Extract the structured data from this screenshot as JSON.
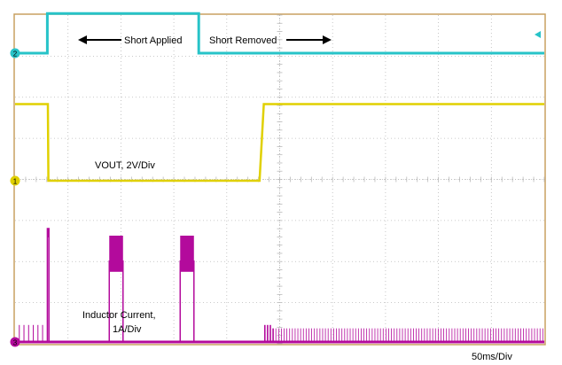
{
  "chart_data": {
    "type": "line",
    "title": "",
    "xlabel": "",
    "ylabel": "",
    "time_per_div": "50ms/Div",
    "divisions": {
      "x": 10,
      "y": 8
    },
    "xlim": [
      0,
      500
    ],
    "x_unit": "ms",
    "grid": true,
    "annotations": {
      "short_applied": "Short Applied",
      "short_removed": "Short Removed",
      "vout": "VOUT, 2V/Div",
      "inductor_line1": "Inductor Current,",
      "inductor_line2": "1A/Div"
    },
    "channel_markers": [
      "1",
      "2",
      "3"
    ],
    "colors": {
      "frame": "#c8a060",
      "grid": "#b9b9b9",
      "ch1_vout": "#e0d000",
      "ch2_status": "#27c3c8",
      "ch3_inductor": "#b30a9c",
      "arrow": "#000000"
    },
    "series": [
      {
        "key": "status",
        "channel": "2",
        "x": [
          0,
          30.5,
          30.5,
          173.5,
          173.5,
          500
        ],
        "y_div": [
          0.0,
          0.0,
          1.08,
          1.08,
          0.0,
          0.0
        ]
      },
      {
        "key": "vout",
        "channel": "1",
        "x": [
          0,
          31,
          31.5,
          231,
          235,
          500
        ],
        "y_div": [
          1.88,
          1.88,
          0.0,
          0.0,
          1.88,
          1.88
        ]
      },
      {
        "key": "inductor",
        "channel": "3",
        "x_baseline": [
          0,
          500
        ],
        "y_baseline_div": 0.0,
        "pulses": [
          {
            "start": 30.5,
            "end": 32,
            "peak_div": 3.2
          },
          {
            "start": 89,
            "end": 102,
            "peak_div": 2.28,
            "fill_top_div": 3.0
          },
          {
            "start": 156,
            "end": 169,
            "peak_div": 2.28,
            "fill_top_div": 3.0
          }
        ],
        "ripple_spikes_div": 0.48
      }
    ]
  }
}
